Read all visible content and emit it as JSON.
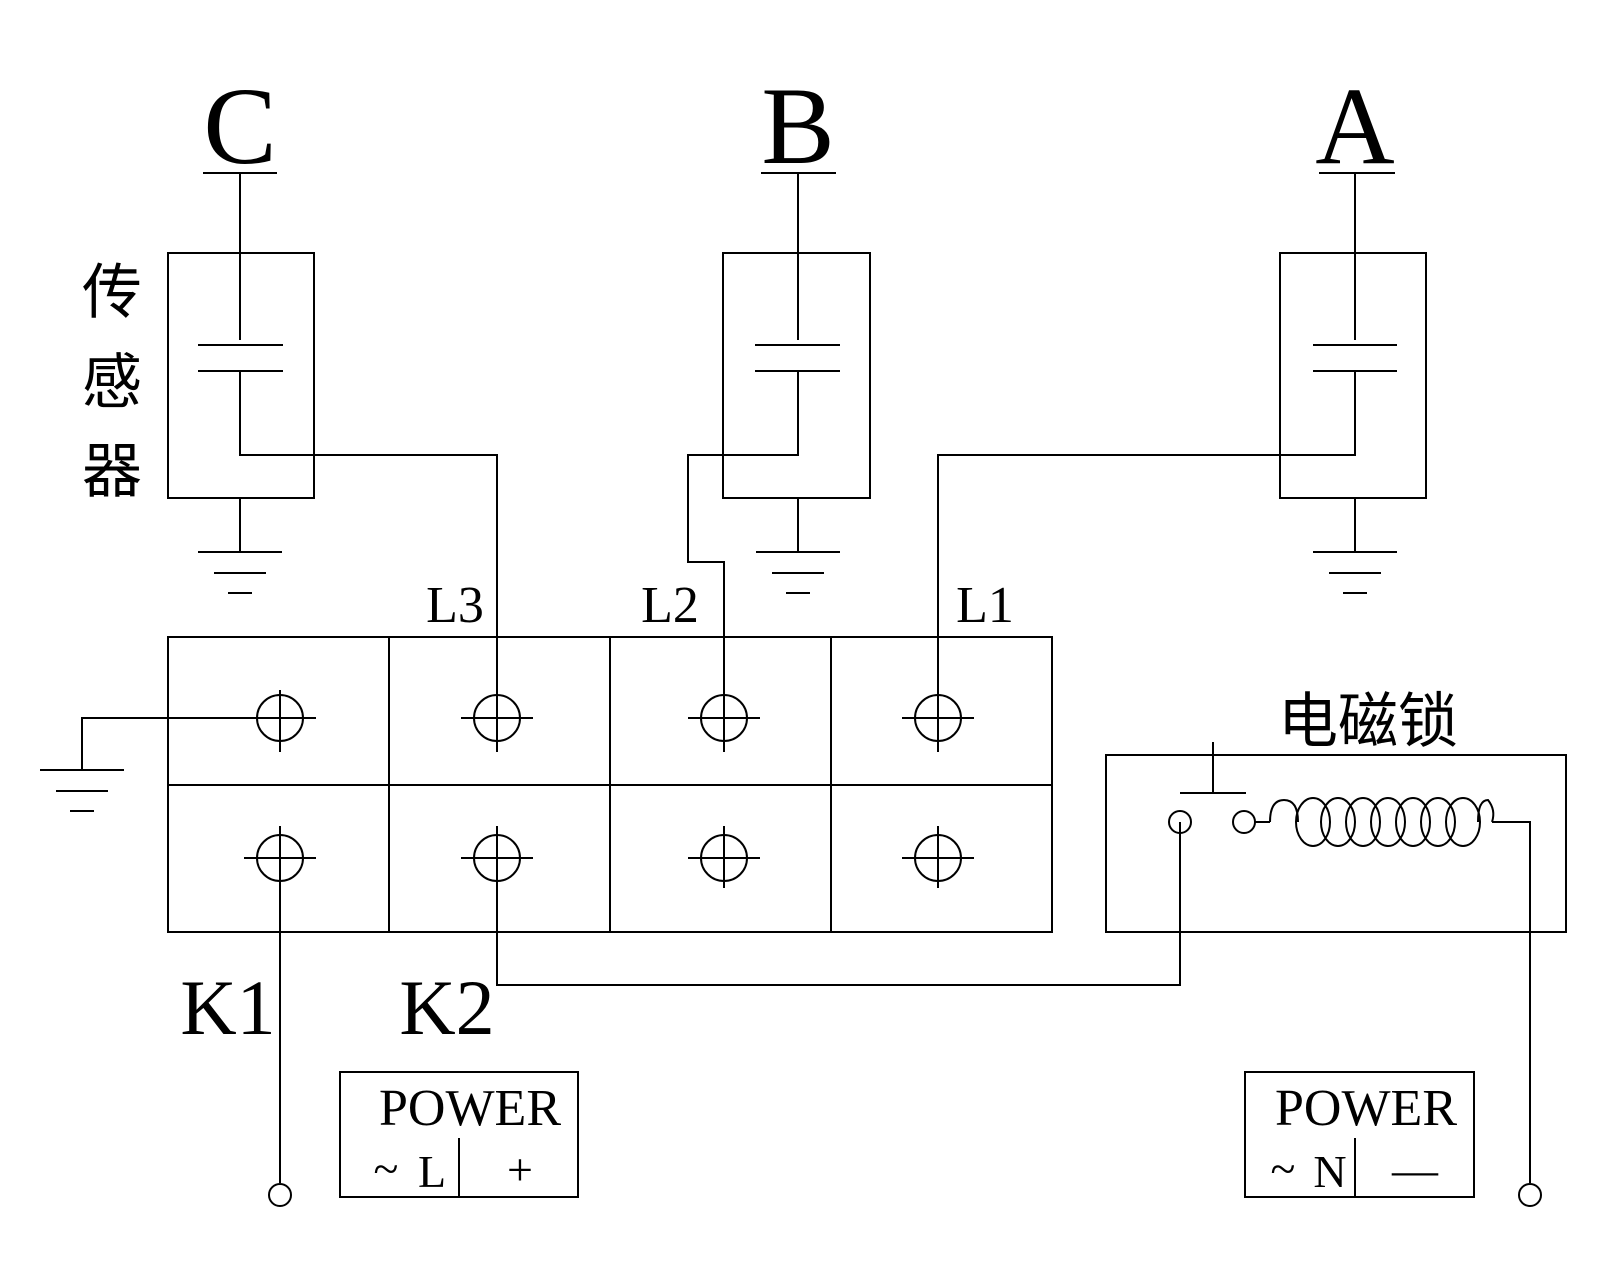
{
  "phases": {
    "c": "C",
    "b": "B",
    "a": "A"
  },
  "sensor_label": [
    "传",
    "感",
    "器"
  ],
  "lock_label": "电磁锁",
  "terminal_labels": {
    "l3": "L3",
    "l2": "L2",
    "l1": "L1"
  },
  "switch_labels": {
    "k1": "K1",
    "k2": "K2"
  },
  "power_left": {
    "title": "POWER",
    "ac": "~",
    "line": "L",
    "dc": "+"
  },
  "power_right": {
    "title": "POWER",
    "ac": "~",
    "line": "N",
    "dc": "—"
  }
}
